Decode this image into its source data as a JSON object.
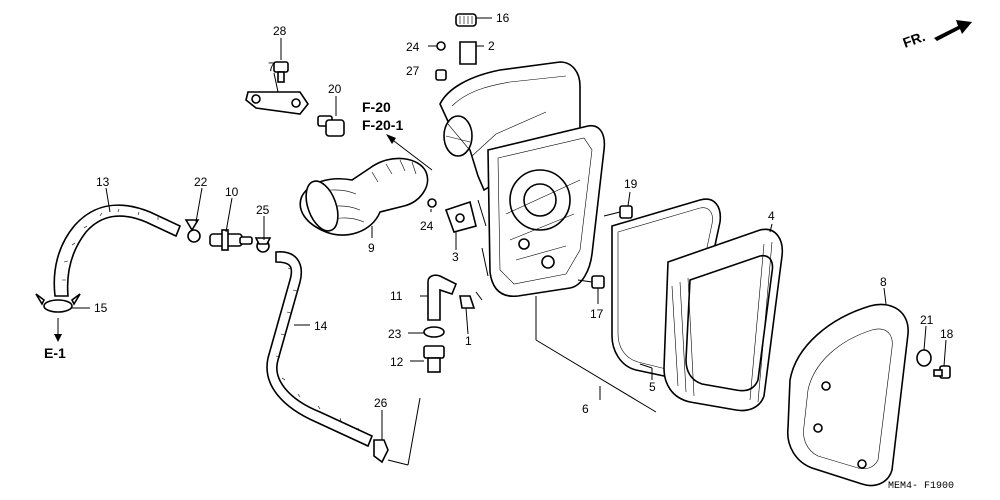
{
  "direction_label": "FR.",
  "drawing_code": "MEM4-  F1900",
  "ref_labels": [
    "F-20",
    "F-20-1",
    "E-1"
  ],
  "part_numbers": [
    "1",
    "2",
    "3",
    "4",
    "5",
    "6",
    "7",
    "8",
    "9",
    "10",
    "11",
    "12",
    "13",
    "14",
    "15",
    "16",
    "17",
    "18",
    "19",
    "20",
    "21",
    "22",
    "23",
    "24",
    "24",
    "25",
    "26",
    "27",
    "28"
  ]
}
